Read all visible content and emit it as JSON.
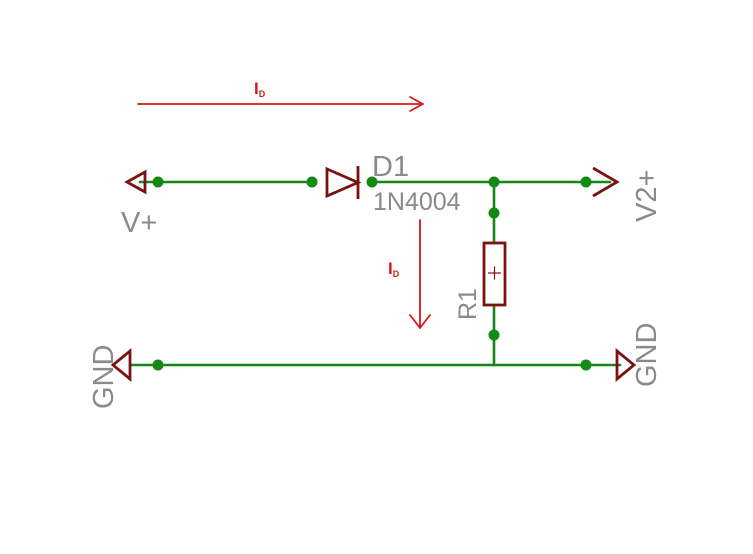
{
  "labels": {
    "vplus": "V+",
    "v2plus": "V2+",
    "gnd_left": "GND",
    "gnd_right": "GND",
    "diode_name": "D1",
    "diode_value": "1N4004",
    "resistor_name": "R1"
  },
  "currents": {
    "main": {
      "base": "I",
      "sub": "D"
    },
    "branch": {
      "base": "I",
      "sub": "D"
    }
  },
  "colors": {
    "wire": "#168716",
    "junction": "#148a14",
    "component": "#7a1212",
    "current_arrow": "#d41a1a",
    "label": "#8a8a8a"
  }
}
